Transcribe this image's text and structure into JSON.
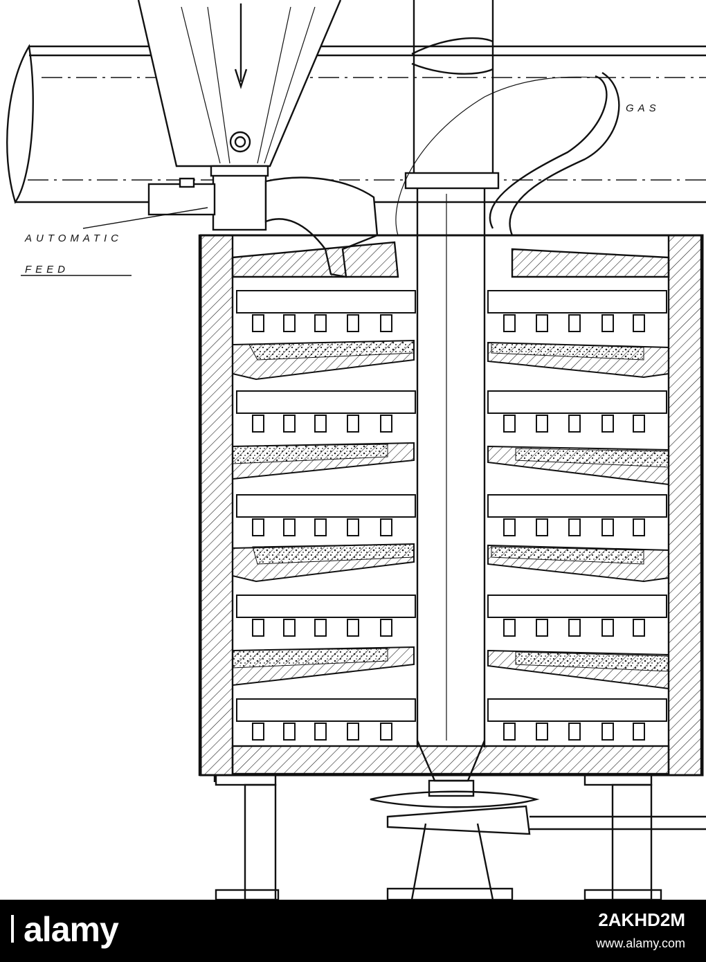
{
  "labels": {
    "automatic": "AUTOMATIC",
    "feed": "FEED",
    "gas": "GAS"
  },
  "footer": {
    "brand": "alamy",
    "image_id": "2AKHD2M",
    "site": "www.alamy.com"
  },
  "colors": {
    "ink": "#111111",
    "paper": "#ffffff",
    "bar": "#000000"
  }
}
